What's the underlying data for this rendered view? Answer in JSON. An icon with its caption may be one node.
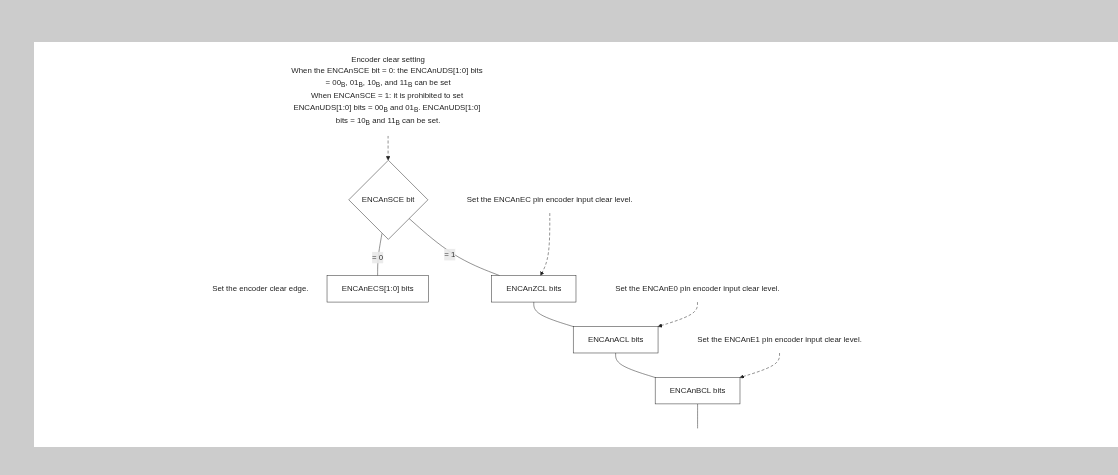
{
  "diagram": {
    "nodes": [
      {
        "text": [
          "ENCAnSCE bit"
        ]
      },
      {
        "text": [
          "ENCAnZCL bits"
        ]
      },
      {
        "text": [
          "ENCAnACL bits"
        ]
      },
      {
        "text": [
          "ENCAnBCL bits"
        ]
      },
      {
        "text": [
          "ENCAnECS[1:0] bits"
        ],
        "beside": [
          "Set the encoder clear edge."
        ]
      },
      {
        "text": [
          "Encoder clear setting",
          "When the ENCAnSCE bit = 0: the ENCAnUDS[1:0] bits = 00$_{B}$, 01$_{B}$, 10$_{B}$, and 11$_{B}$ can be set",
          "When ENCAnSCE = 1: it is prohibited to set ENCAnUDS[1:0] bits = 00$_{B}$ and 01$_{B}$. ENCAnUDS[1:0] bits = 10$_{B}$ and 11$_{B}$ can be set."
        ]
      },
      {
        "text": [
          "Set the ENCAnEC pin encoder input clear level."
        ]
      },
      {
        "text": [
          "Set the ENCAnE0 pin encoder input clear level."
        ]
      },
      {
        "text": [
          "Set the ENCAnE1 pin encoder input clear level."
        ]
      }
    ],
    "edges": [
      {
        "from": 0,
        "to": 1,
        "arrow": "none",
        "label": "= 1"
      },
      {
        "from": 1,
        "to": 2,
        "arrow": "none"
      },
      {
        "from": 2,
        "to": 3,
        "arrow": "none"
      },
      {
        "from": 3,
        "to": null,
        "arrow": "none"
      },
      {
        "from": 0,
        "to": 4,
        "arrow": "none",
        "label": "= 0"
      },
      {
        "from": 5,
        "to": 0,
        "arrow": "to",
        "style": "dashed"
      },
      {
        "from": 6,
        "to": 1,
        "arrow": "to",
        "style": "dashed"
      },
      {
        "from": 7,
        "to": 2,
        "arrow": "to",
        "style": "dashed"
      },
      {
        "from": 8,
        "to": 3,
        "arrow": "to",
        "style": "dashed"
      }
    ]
  }
}
